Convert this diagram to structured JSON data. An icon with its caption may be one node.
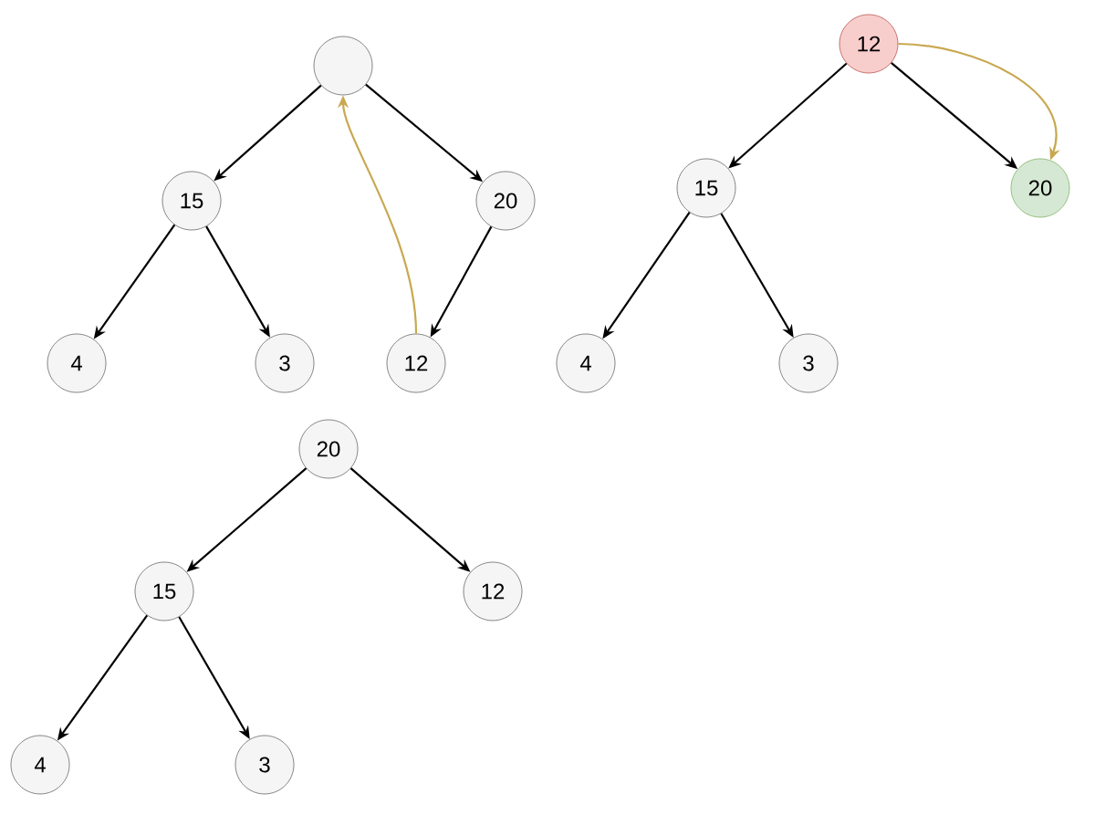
{
  "diagram": {
    "nodes": [
      {
        "text": [],
        "shape": "circle"
      },
      {
        "text": [
          "15"
        ]
      },
      {
        "text": [
          "20"
        ]
      },
      {
        "text": [
          "4"
        ]
      },
      {
        "text": [
          "3"
        ]
      },
      {
        "text": [
          "12"
        ]
      },
      {
        "text": [
          "12"
        ]
      },
      {
        "text": [
          "15"
        ]
      },
      {
        "text": [
          "20"
        ]
      },
      {
        "text": [
          "4"
        ]
      },
      {
        "text": [
          "3"
        ]
      },
      {
        "text": [
          "20"
        ]
      },
      {
        "text": [
          "15"
        ]
      },
      {
        "text": [
          "12"
        ]
      },
      {
        "text": [
          "4"
        ]
      },
      {
        "text": [
          "3"
        ]
      }
    ],
    "edges": [
      {
        "from": 0,
        "to": 1,
        "arrow": "to"
      },
      {
        "from": 0,
        "to": 2,
        "arrow": "to"
      },
      {
        "from": 1,
        "to": 3,
        "arrow": "to"
      },
      {
        "from": 1,
        "to": 4,
        "arrow": "to"
      },
      {
        "from": 2,
        "to": 5,
        "arrow": "to"
      },
      {
        "from": 5,
        "to": 0,
        "arrow": "to",
        "color": "#c8a850"
      },
      {
        "from": 6,
        "to": 7,
        "arrow": "to"
      },
      {
        "from": 6,
        "to": 8,
        "arrow": "to"
      },
      {
        "from": 7,
        "to": 9,
        "arrow": "to"
      },
      {
        "from": 7,
        "to": 10,
        "arrow": "to"
      },
      {
        "from": 6,
        "to": 8,
        "arrow": "to",
        "color": "#c8a850"
      },
      {
        "from": 11,
        "to": 12,
        "arrow": "to"
      },
      {
        "from": 11,
        "to": 13,
        "arrow": "to"
      },
      {
        "from": 12,
        "to": 14,
        "arrow": "to"
      },
      {
        "from": 12,
        "to": 15,
        "arrow": "to"
      }
    ]
  }
}
